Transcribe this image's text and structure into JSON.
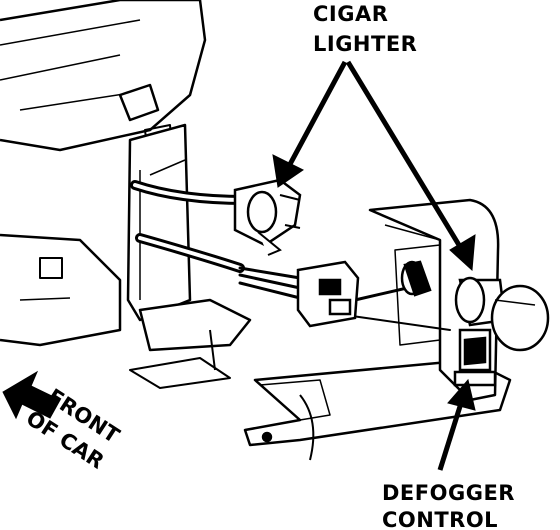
{
  "labels": {
    "cigar_lighter": [
      "CIGAR",
      "LIGHTER"
    ],
    "defogger_control": [
      "DEFOGGER",
      "CONTROL"
    ],
    "front_of_car": [
      "FRONT",
      "OF CAR"
    ]
  },
  "colors": {
    "ink": "#000000",
    "paper": "#ffffff"
  }
}
